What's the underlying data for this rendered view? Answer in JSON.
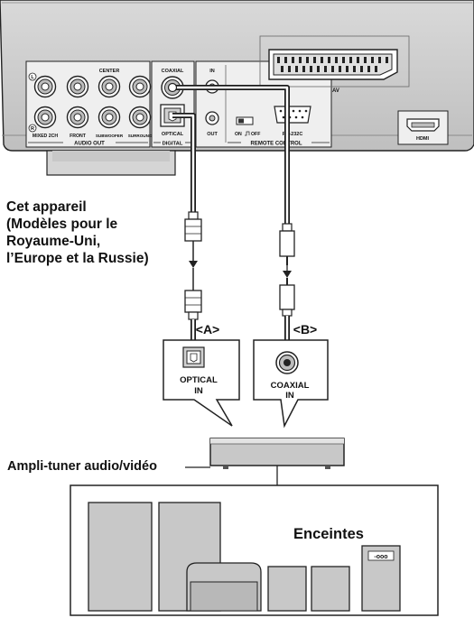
{
  "player": {
    "audio_out": {
      "group_label": "AUDIO OUT",
      "center_label": "CENTER",
      "bottom_labels": [
        "MIXED 2CH",
        "FRONT",
        "SUBWOOFER",
        "SURROUND"
      ],
      "side_markers": [
        "L",
        "R"
      ]
    },
    "digital": {
      "coaxial_label": "COAXIAL",
      "optical_label": [
        "OPTICAL",
        "DIGITAL"
      ]
    },
    "remote_control": {
      "in_label": "IN",
      "out_label": "OUT",
      "switch_on": "ON",
      "switch_off": "OFF",
      "group_label": "REMOTE CONTROL",
      "rs_label": "RS-232C"
    },
    "av_label": "AV",
    "hdmi_label": "HDMI"
  },
  "device_caption": [
    "Cet appareil",
    "(Modèles pour le",
    "Royaume-Uni,",
    "l’Europe et la Russie)"
  ],
  "connectors": {
    "a_label": "<A>",
    "b_label": "<B>",
    "optical_in": [
      "OPTICAL",
      "IN"
    ],
    "coaxial_in": [
      "COAXIAL",
      "IN"
    ]
  },
  "amplifier_label": "Ampli-tuner audio/vidéo",
  "speakers": {
    "label": "Enceintes",
    "terminal_text": "-ooo"
  }
}
